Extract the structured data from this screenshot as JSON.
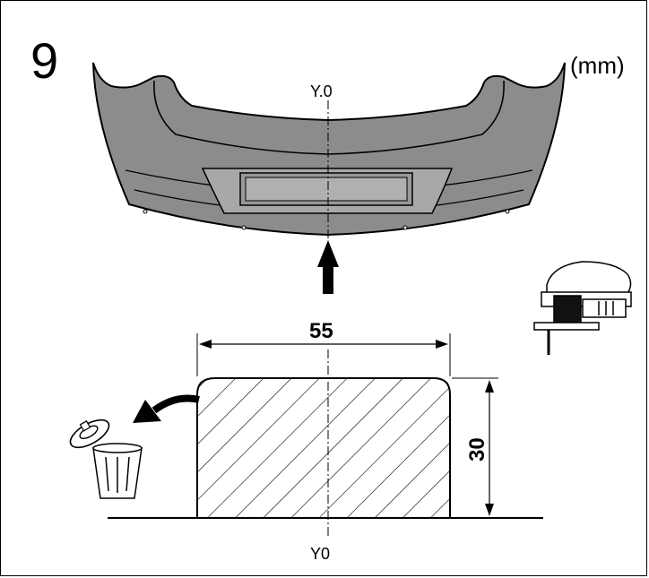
{
  "step": {
    "number": "9"
  },
  "units": {
    "label": "(mm)"
  },
  "centerline": {
    "top_label": "Y.0",
    "bottom_label": "Y0"
  },
  "cutout": {
    "width_value": "55",
    "height_value": "30"
  },
  "icons": {
    "tool": "jigsaw-icon",
    "discard": "trash-bin-icon",
    "removed_piece": "clip-icon",
    "direction": "arrow-up-icon",
    "curved_arrow": "curved-arrow-icon"
  },
  "colors": {
    "bumper_fill": "#8c8c8c",
    "line": "#000000",
    "background": "#ffffff"
  }
}
